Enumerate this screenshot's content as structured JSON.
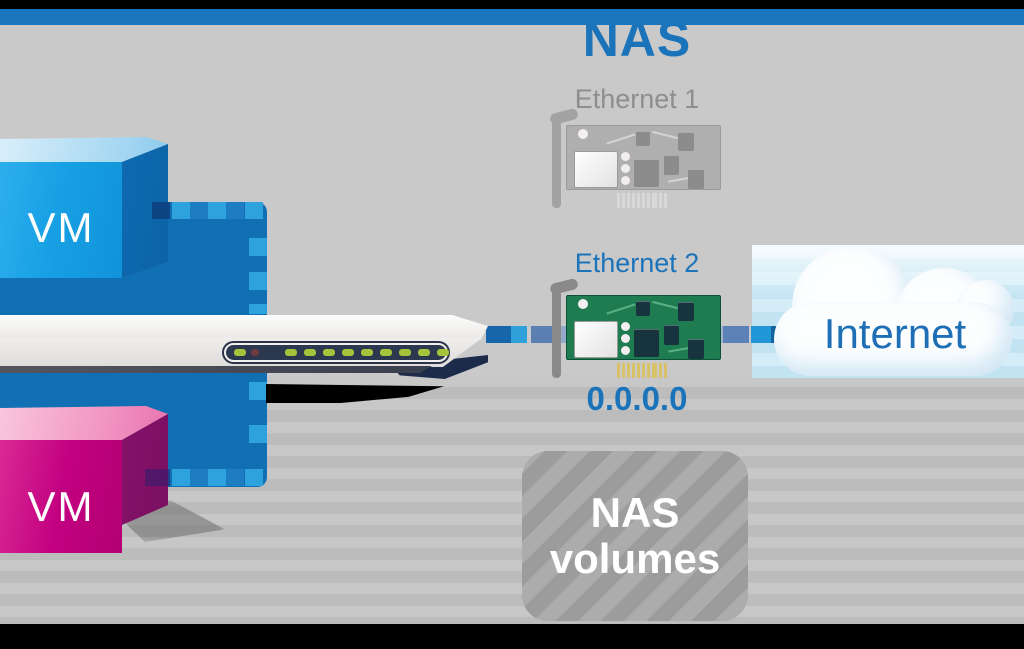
{
  "scene": {
    "title": "NAS",
    "top_bar_color": "#1B75BC",
    "background_color": "#C9C9C9"
  },
  "vms": {
    "vm1_label": "VM",
    "vm2_label": "VM",
    "vm1_color": "#18A0E4",
    "vm2_color": "#C4007E"
  },
  "switch": {
    "leds": [
      "green",
      "red",
      "green",
      "green",
      "green",
      "green",
      "green",
      "green",
      "green",
      "green",
      "green"
    ],
    "led_green": "#A5C33B",
    "led_red": "#6E3A44"
  },
  "ethernet1": {
    "label": "Ethernet 1"
  },
  "ethernet2": {
    "label": "Ethernet 2",
    "ip": "0.0.0.0"
  },
  "internet": {
    "label": "Internet"
  },
  "nas_volumes": {
    "line1": "NAS",
    "line2": "volumes"
  },
  "colors": {
    "accent_blue": "#1B75BC",
    "connector_blue": "#1170B4",
    "dash_bright": "#2DA2DC",
    "pcb_green": "#1F7B50",
    "sky_blue": "#C2E4F2"
  }
}
